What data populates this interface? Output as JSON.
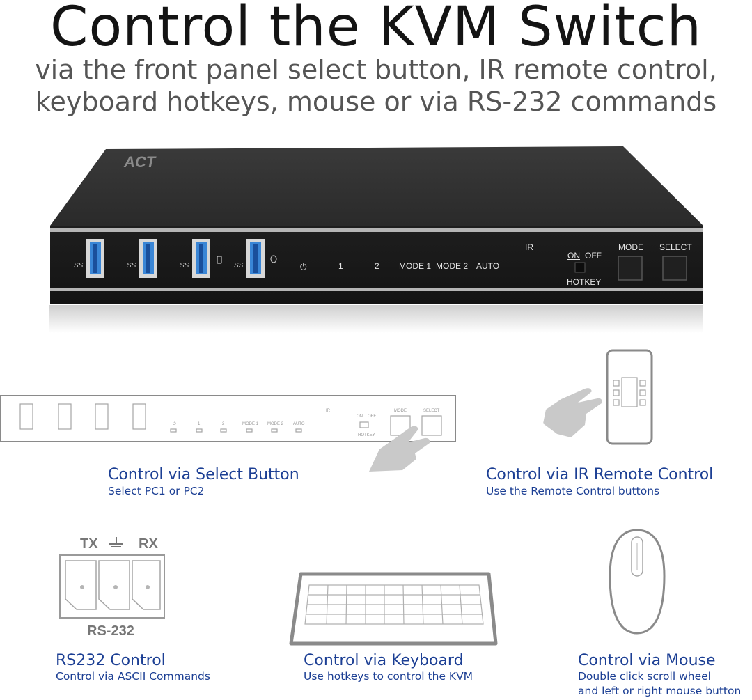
{
  "header": {
    "title": "Control the KVM Switch",
    "subtitle_line1": "via the front panel select button, IR remote control,",
    "subtitle_line2": "keyboard hotkeys, mouse or via RS-232 commands"
  },
  "device": {
    "brand": "ACT",
    "labels": {
      "power": "⏻",
      "one": "1",
      "two": "2",
      "mode1": "MODE 1",
      "mode2": "MODE 2",
      "auto": "AUTO",
      "ir": "IR",
      "on": "ON",
      "off": "OFF",
      "hotkey": "HOTKEY",
      "mode": "MODE",
      "select": "SELECT"
    }
  },
  "features": {
    "select_button": {
      "title": "Control via Select Button",
      "desc": "Select PC1 or PC2"
    },
    "ir_remote": {
      "title": "Control via IR Remote Control",
      "desc": "Use the Remote Control buttons"
    },
    "rs232": {
      "title": "RS232 Control",
      "desc": "Control via ASCII Commands",
      "tx": "TX",
      "rx": "RX",
      "port": "RS-232"
    },
    "keyboard": {
      "title": "Control via Keyboard",
      "desc": "Use hotkeys to control the KVM"
    },
    "mouse": {
      "title": "Control via Mouse",
      "desc_line1": "Double click scroll wheel",
      "desc_line2": "and left or right mouse button"
    }
  },
  "colors": {
    "accent_text": "#1c3f94",
    "usb_blue": "#3a86d6",
    "device_body": "#2f2f2f"
  }
}
